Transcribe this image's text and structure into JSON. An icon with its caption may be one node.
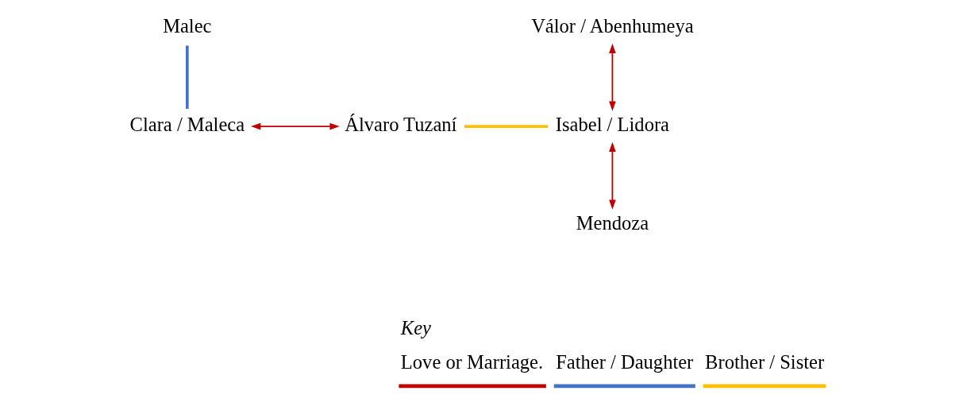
{
  "diagram": {
    "nodes": [
      {
        "text": [
          "Malec"
        ]
      },
      {
        "text": [
          "Válor / Abenhumeya"
        ]
      },
      {
        "text": [
          "Clara / Maleca"
        ]
      },
      {
        "text": [
          "Álvaro Tuzaní"
        ]
      },
      {
        "text": [
          "Isabel / Lidora"
        ]
      },
      {
        "text": [
          "Mendoza"
        ]
      }
    ],
    "edges": [
      {
        "from": 0,
        "to": 2,
        "arrow": "none",
        "style": "thick",
        "color": "#4472c4"
      },
      {
        "from": 2,
        "to": 3,
        "arrow": "both"
      },
      {
        "from": 3,
        "to": 4,
        "arrow": "none",
        "style": "thick",
        "color": "#ffc000"
      },
      {
        "from": 1,
        "to": 4,
        "arrow": "both"
      },
      {
        "from": 4,
        "to": 5,
        "arrow": "both"
      }
    ],
    "labels": [
      "Key"
    ],
    "legend": [
      {
        "text": "Love or Marriage."
      },
      {
        "text": "Father / Daughter"
      },
      {
        "text": "Brother / Sister"
      }
    ]
  }
}
